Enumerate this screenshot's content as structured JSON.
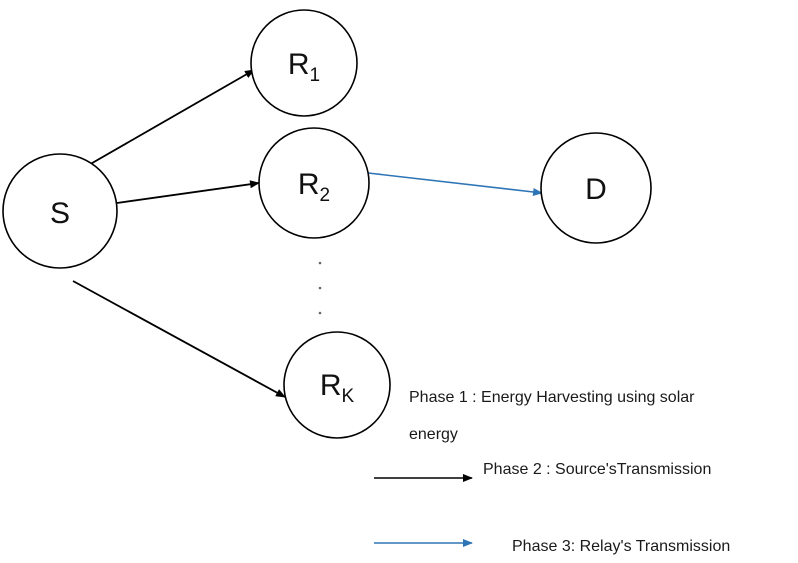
{
  "nodes": {
    "source": {
      "label": "S"
    },
    "relay1": {
      "label": "R",
      "sub": "1"
    },
    "relay2": {
      "label": "R",
      "sub": "2"
    },
    "relayK": {
      "label": "R",
      "sub": "K"
    },
    "destination": {
      "label": "D"
    }
  },
  "legend": {
    "phase1_line1": "Phase 1 : Energy Harvesting using solar",
    "phase1_line2": "energy",
    "phase2": "Phase 2 : Source'sTransmission",
    "phase3": "Phase 3: Relay's Transmission"
  },
  "colors": {
    "source_transmission": "#000000",
    "relay_transmission": "#2e75b6"
  }
}
